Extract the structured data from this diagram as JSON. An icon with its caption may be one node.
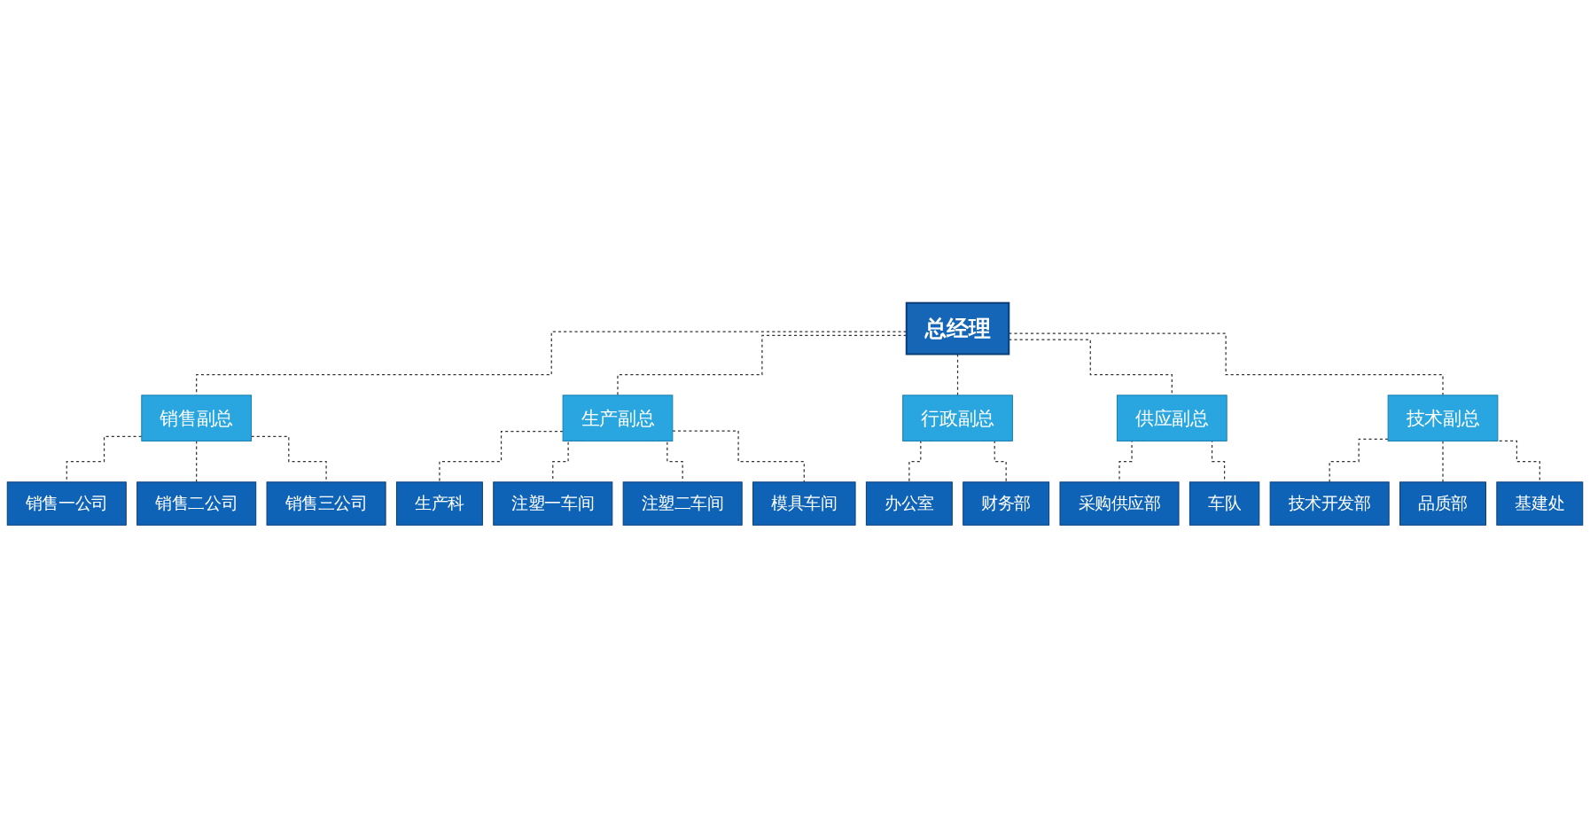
{
  "diagram": {
    "nodes": [
      {
        "text": [
          "总经理"
        ]
      },
      {
        "text": [
          "销售副总"
        ]
      },
      {
        "text": [
          "生产副总"
        ]
      },
      {
        "text": [
          "行政副总"
        ]
      },
      {
        "text": [
          "供应副总"
        ]
      },
      {
        "text": [
          "技术副总"
        ]
      },
      {
        "text": [
          "销售一公司"
        ]
      },
      {
        "text": [
          "销售二公司"
        ]
      },
      {
        "text": [
          "销售三公司"
        ]
      },
      {
        "text": [
          "生产科"
        ]
      },
      {
        "text": [
          "注塑一车间"
        ]
      },
      {
        "text": [
          "注塑二车间"
        ]
      },
      {
        "text": [
          "模具车间"
        ]
      },
      {
        "text": [
          "办公室"
        ]
      },
      {
        "text": [
          "财务部"
        ]
      },
      {
        "text": [
          "采购供应部"
        ]
      },
      {
        "text": [
          "车队"
        ]
      },
      {
        "text": [
          "技术开发部"
        ]
      },
      {
        "text": [
          "品质部"
        ]
      },
      {
        "text": [
          "基建处"
        ]
      }
    ],
    "edges": [
      {
        "from": 0,
        "to": 1,
        "arrow": "none",
        "style": "dashed"
      },
      {
        "from": 0,
        "to": 2,
        "arrow": "none",
        "style": "dashed"
      },
      {
        "from": 0,
        "to": 3,
        "arrow": "none",
        "style": "dashed"
      },
      {
        "from": 0,
        "to": 4,
        "arrow": "none",
        "style": "dashed"
      },
      {
        "from": 0,
        "to": 5,
        "arrow": "none",
        "style": "dashed"
      },
      {
        "from": 1,
        "to": 6,
        "arrow": "none",
        "style": "dashed"
      },
      {
        "from": 1,
        "to": 7,
        "arrow": "none",
        "style": "dashed"
      },
      {
        "from": 1,
        "to": 8,
        "arrow": "none",
        "style": "dashed"
      },
      {
        "from": 2,
        "to": 9,
        "arrow": "none",
        "style": "dashed"
      },
      {
        "from": 2,
        "to": 10,
        "arrow": "none",
        "style": "dashed"
      },
      {
        "from": 2,
        "to": 11,
        "arrow": "none",
        "style": "dashed"
      },
      {
        "from": 2,
        "to": 12,
        "arrow": "none",
        "style": "dashed"
      },
      {
        "from": 3,
        "to": 13,
        "arrow": "none",
        "style": "dashed"
      },
      {
        "from": 3,
        "to": 14,
        "arrow": "none",
        "style": "dashed"
      },
      {
        "from": 4,
        "to": 15,
        "arrow": "none",
        "style": "dashed"
      },
      {
        "from": 4,
        "to": 16,
        "arrow": "none",
        "style": "dashed"
      },
      {
        "from": 5,
        "to": 17,
        "arrow": "none",
        "style": "dashed"
      },
      {
        "from": 5,
        "to": 18,
        "arrow": "none",
        "style": "dashed"
      },
      {
        "from": 5,
        "to": 19,
        "arrow": "none",
        "style": "dashed"
      }
    ]
  }
}
